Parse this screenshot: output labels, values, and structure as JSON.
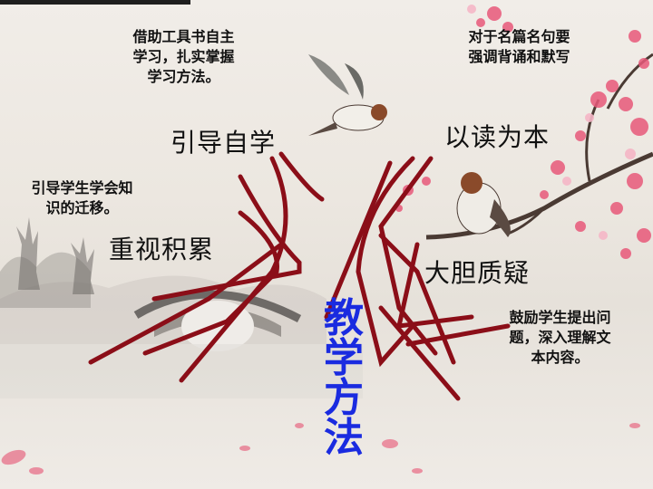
{
  "notes": {
    "top_left": "借助工具书自主\n学习，扎实掌握\n学习方法。",
    "top_right": "对于名篇名句要\n强调背诵和默写",
    "left_mid": "引导学生学会知\n识的迁移。",
    "bottom_right": "鼓励学生提出问\n题，深入理解文\n本内容。"
  },
  "branches": {
    "guide": "引导自学",
    "read": "以读为本",
    "accumulate": "重视积累",
    "question": "大胆质疑"
  },
  "center_title": "教学方法",
  "colors": {
    "branch_line": "#8b0e18",
    "title_blue": "#1a2be0",
    "blossom_pink": "#e8597a",
    "text": "#111111"
  }
}
